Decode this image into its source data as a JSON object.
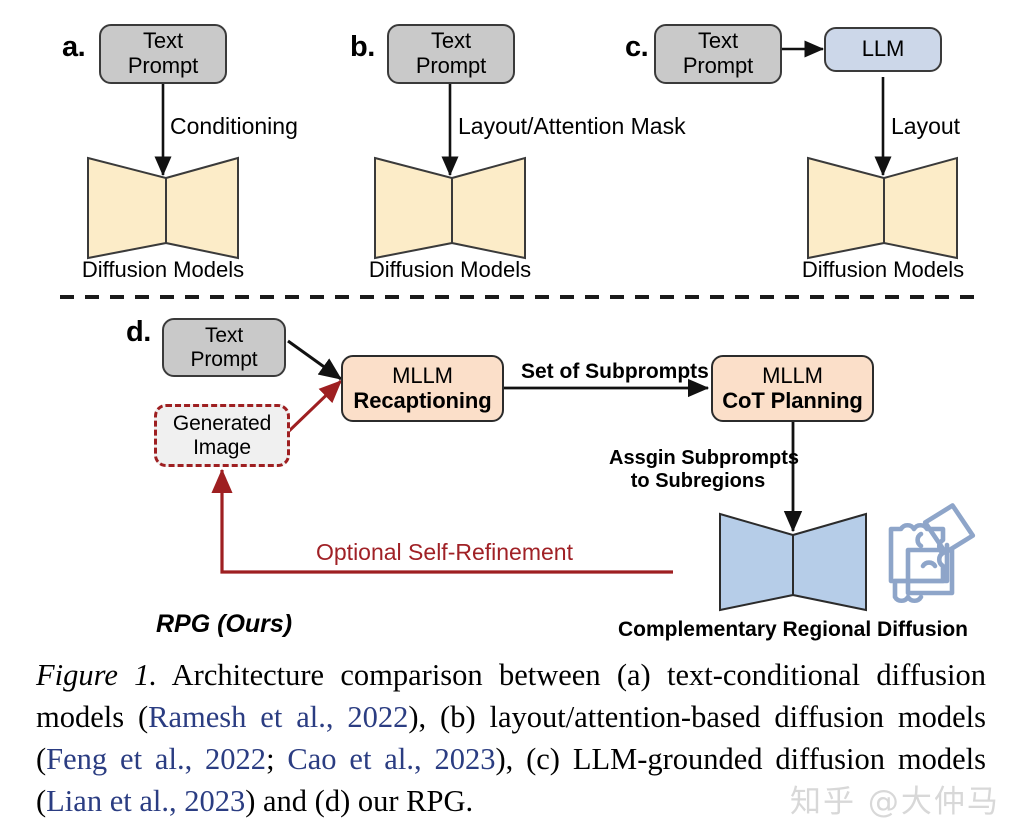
{
  "figure": {
    "panels": [
      {
        "letter": "a.",
        "prompt_line1": "Text",
        "prompt_line2": "Prompt",
        "edge_label": "Conditioning",
        "model_label": "Diffusion Models"
      },
      {
        "letter": "b.",
        "prompt_line1": "Text",
        "prompt_line2": "Prompt",
        "edge_label": "Layout/Attention Mask",
        "model_label": "Diffusion Models"
      },
      {
        "letter": "c.",
        "prompt_line1": "Text",
        "prompt_line2": "Prompt",
        "llm_label": "LLM",
        "edge_label": "Layout",
        "model_label": "Diffusion Models"
      }
    ],
    "panel_d": {
      "letter": "d.",
      "prompt_line1": "Text",
      "prompt_line2": "Prompt",
      "generated_line1": "Generated",
      "generated_line2": "Image",
      "recaption_line1": "MLLM",
      "recaption_line2": "Recaptioning",
      "subprompts_edge_label": "Set of Subprompts",
      "cot_line1": "MLLM",
      "cot_line2": "CoT Planning",
      "assign_edge_line1": "Assgin Subprompts",
      "assign_edge_line2": "to Subregions",
      "self_refinement_label": "Optional Self-Refinement",
      "method_label": "RPG (Ours)",
      "regional_diffusion_label": "Complementary Regional Diffusion",
      "puzzle_icon_name": "puzzle-icon"
    },
    "colors": {
      "gray_box": "#c9c9c9",
      "blue_box": "#ccd7e9",
      "peach_box": "#fbdfc9",
      "diffusion_yellow": "#fcecc8",
      "diffusion_blue": "#b6cde8",
      "red_accent": "#a02126",
      "citation_blue": "#2b3d82",
      "puzzle_blue": "#8ea5c9",
      "outline": "#2b2b2b"
    }
  },
  "caption": {
    "figure_tag": "Figure 1.",
    "segments": [
      {
        "text": " Architecture comparison between (a) text-conditional diffusion models (",
        "cite": false
      },
      {
        "text": "Ramesh et al., 2022",
        "cite": true
      },
      {
        "text": "), (b) layout/attention-based diffusion models (",
        "cite": false
      },
      {
        "text": "Feng et al., 2022",
        "cite": true
      },
      {
        "text": "; ",
        "cite": false
      },
      {
        "text": "Cao et al., 2023",
        "cite": true
      },
      {
        "text": "), (c) LLM-grounded diffusion models (",
        "cite": false
      },
      {
        "text": "Lian et al., 2023",
        "cite": true
      },
      {
        "text": ") and (d) our RPG.",
        "cite": false
      }
    ]
  },
  "watermark": {
    "text": "知乎 @大仲马"
  }
}
